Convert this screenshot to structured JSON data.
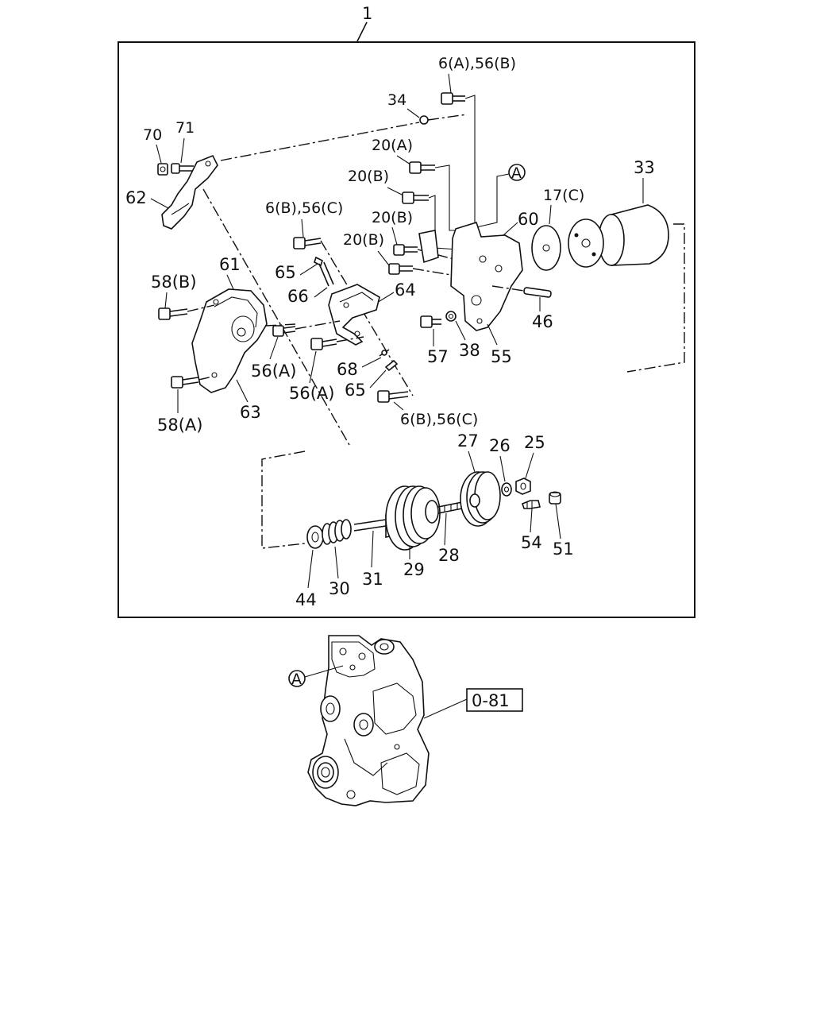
{
  "assembly_number": "1",
  "callout_ref": "A",
  "reference_code": "0-81",
  "labels": {
    "p6a_56b": "6(A),56(B)",
    "p34": "34",
    "p70": "70",
    "p71": "71",
    "p20a": "20(A)",
    "p20b_1": "20(B)",
    "p20b_2": "20(B)",
    "p20b_3": "20(B)",
    "p62": "62",
    "p6b_56c_top": "6(B),56(C)",
    "p17c": "17(C)",
    "p33": "33",
    "p60": "60",
    "p61": "61",
    "p65_top": "65",
    "p58b": "58(B)",
    "p66": "66",
    "p64": "64",
    "p46": "46",
    "p56a_1": "56(A)",
    "p57": "57",
    "p38": "38",
    "p55": "55",
    "p68": "68",
    "p56a_2": "56(A)",
    "p65_bot": "65",
    "p63": "63",
    "p58a": "58(A)",
    "p6b_56c_bot": "6(B),56(C)",
    "p27": "27",
    "p26": "26",
    "p25": "25",
    "p54": "54",
    "p51": "51",
    "p28": "28",
    "p29": "29",
    "p31": "31",
    "p30": "30",
    "p44": "44"
  }
}
